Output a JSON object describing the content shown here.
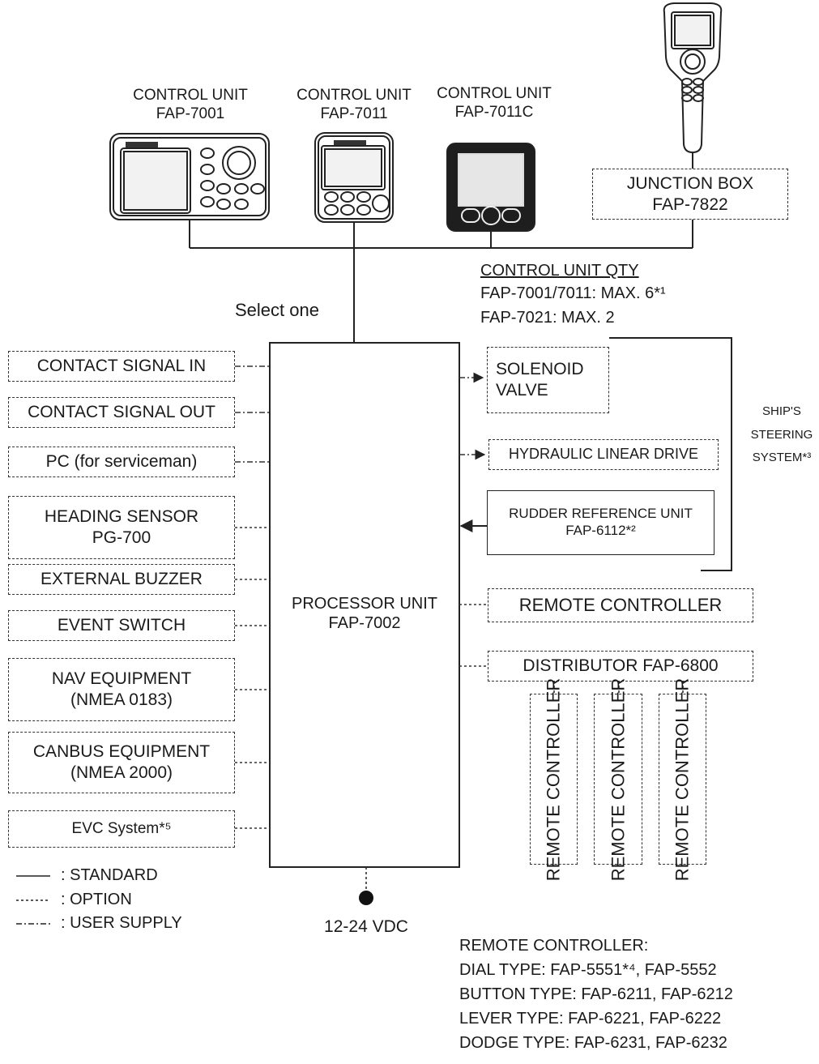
{
  "control_units": [
    {
      "title": "CONTROL UNIT\nFAP-7001"
    },
    {
      "title": "CONTROL UNIT\nFAP-7011"
    },
    {
      "title": "CONTROL UNIT\nFAP-7011C"
    }
  ],
  "junction_box": "JUNCTION BOX\nFAP-7822",
  "qty": {
    "heading": "CONTROL UNIT QTY",
    "line1": "FAP-7001/7011: MAX. 6*¹",
    "line2": "FAP-7021: MAX. 2"
  },
  "select_one": "Select one",
  "processor": "PROCESSOR UNIT\nFAP-7002",
  "left_boxes": [
    "CONTACT SIGNAL IN",
    "CONTACT SIGNAL OUT",
    "PC (for serviceman)",
    "HEADING SENSOR\nPG-700",
    "EXTERNAL BUZZER",
    "EVENT SWITCH",
    "NAV EQUIPMENT\n(NMEA 0183)",
    "CANBUS EQUIPMENT\n(NMEA 2000)",
    "EVC System*⁵"
  ],
  "right": {
    "solenoid": "SOLENOID\nVALVE",
    "hydraulic": "HYDRAULIC LINEAR DRIVE",
    "rudder": "RUDDER REFERENCE UNIT\nFAP-6112*²",
    "steering": "SHIP'S\nSTEERING\nSYSTEM*³",
    "remote": "REMOTE CONTROLLER",
    "distributor": "DISTRIBUTOR FAP-6800",
    "vertical_remote": [
      "REMOTE CONTROLLER",
      "REMOTE CONTROLLER",
      "REMOTE CONTROLLER"
    ]
  },
  "legend": {
    "standard": ": STANDARD",
    "option": ": OPTION",
    "user_supply": ": USER SUPPLY"
  },
  "power": "12-24 VDC",
  "remote_list": {
    "heading": "REMOTE CONTROLLER:",
    "dial": "DIAL TYPE: FAP-5551*⁴, FAP-5552",
    "button": "BUTTON TYPE: FAP-6211, FAP-6212",
    "lever": "LEVER TYPE: FAP-6221, FAP-6222",
    "dodge": "DODGE TYPE: FAP-6231, FAP-6232"
  }
}
